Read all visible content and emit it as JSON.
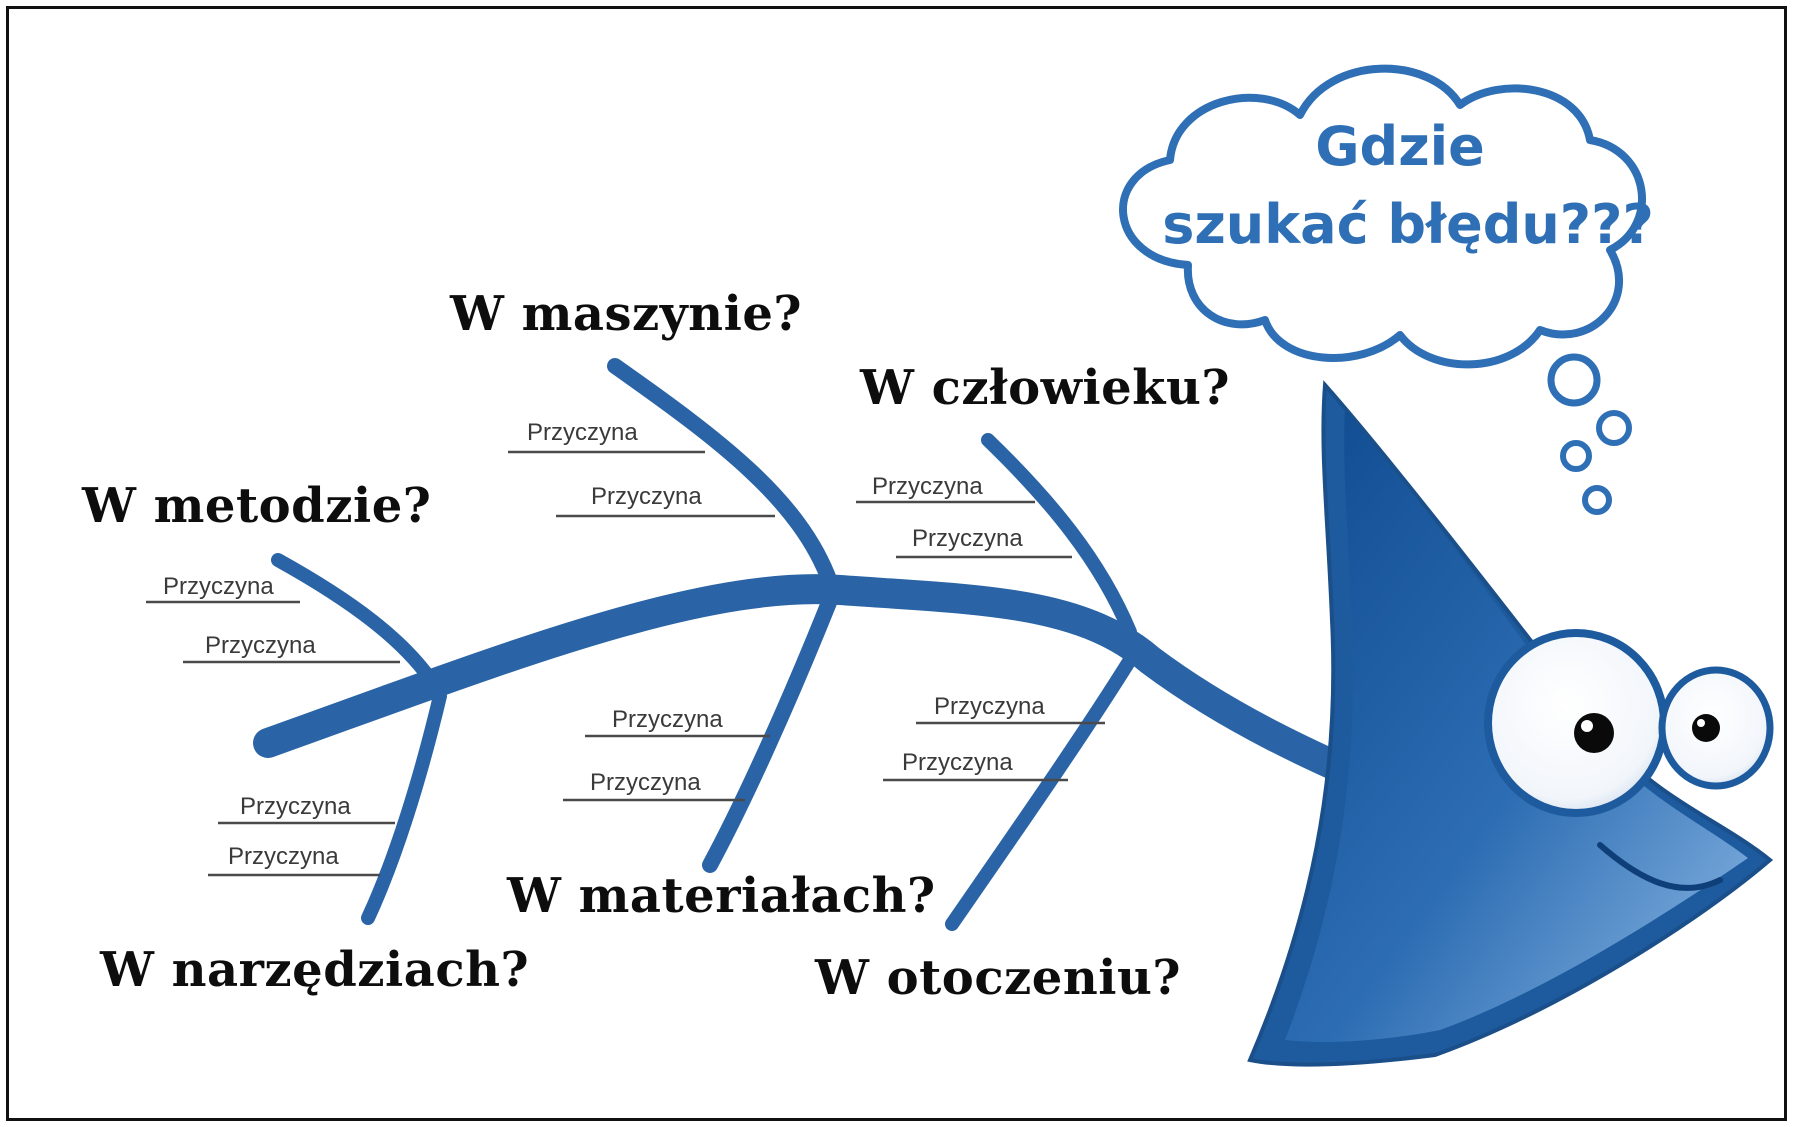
{
  "thought_bubble": {
    "line1": "Gdzie",
    "line2": "szukać błędu???"
  },
  "categories": {
    "metoda": "W metodzie?",
    "maszyna": "W maszynie?",
    "czlowiek": "W człowieku?",
    "narzedzia": "W narzędziach?",
    "materialy": "W materiałach?",
    "otoczenie": "W otoczeniu?"
  },
  "causes": {
    "metoda": [
      "Przyczyna",
      "Przyczyna"
    ],
    "maszyna": [
      "Przyczyna",
      "Przyczyna"
    ],
    "czlowiek": [
      "Przyczyna",
      "Przyczyna"
    ],
    "narzedzia": [
      "Przyczyna",
      "Przyczyna"
    ],
    "materialy": [
      "Przyczyna",
      "Przyczyna"
    ],
    "otoczenie": [
      "Przyczyna",
      "Przyczyna"
    ]
  },
  "colors": {
    "bone": "#2a64a6",
    "fish_body": "#2d6db3",
    "cloud_text": "#2f6fb5"
  },
  "icons": {
    "fish": "fish-head-icon",
    "cloud": "thought-cloud-icon"
  }
}
